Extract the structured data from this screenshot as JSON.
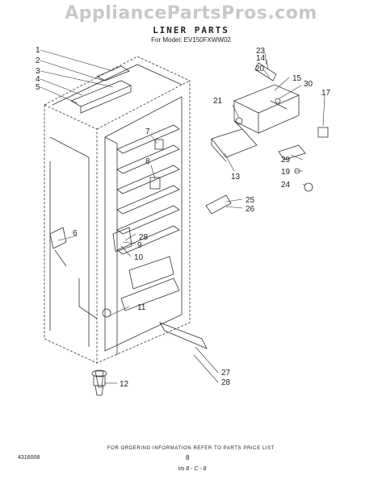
{
  "watermark": "AppliancePartsPros.com",
  "title": "LINER PARTS",
  "model_line": "For Model: EV150FXWW02",
  "footer_note": "FOR ORDERING INFORMATION REFER TO PARTS PRICE LIST",
  "doc_id": "4316008",
  "page_number": "8",
  "page_code": "Vo 8 - C - 8",
  "callouts": [
    "1",
    "2",
    "3",
    "4",
    "5",
    "6",
    "7",
    "8",
    "9",
    "10",
    "11",
    "12",
    "13",
    "14",
    "15",
    "17",
    "19",
    "20",
    "21",
    "23",
    "24",
    "25",
    "26",
    "27",
    "28",
    "28",
    "29",
    "30"
  ]
}
